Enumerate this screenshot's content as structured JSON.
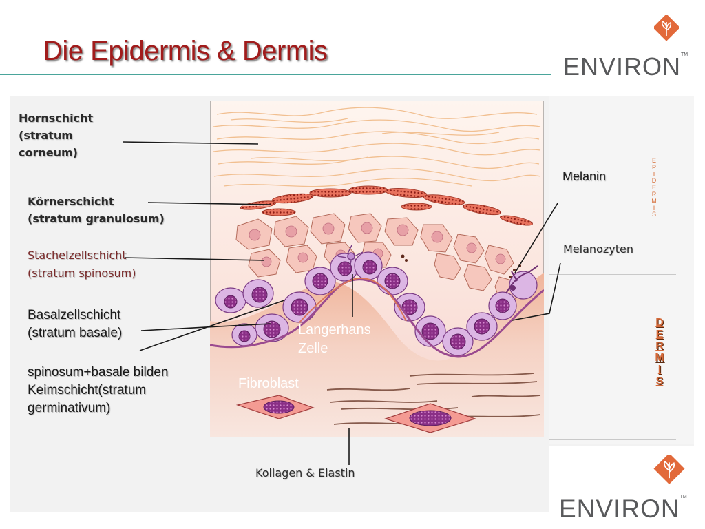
{
  "title": "Die Epidermis & Dermis",
  "brand": {
    "name": "ENVIRON",
    "tm": "TM"
  },
  "labels": {
    "hornschicht": [
      "Hornschicht",
      "(stratum",
      "corneum)"
    ],
    "koernerschicht": [
      "Körnerschicht",
      "(stratum granulosum)"
    ],
    "stachelzellschicht": [
      "Stachelzellschicht",
      "(stratum spinosum)"
    ],
    "basalzellschicht": [
      "Basalzellschicht",
      "(stratum basale)"
    ],
    "keimschicht": [
      "spinosum+basale bilden",
      "Keimschicht(stratum",
      "germinativum)"
    ],
    "melanin": "Melanin",
    "melanozyten": "Melanozyten",
    "langerhans": [
      "Langerhans",
      "Zelle"
    ],
    "fibroblast": "Fibroblast",
    "kollagen": "Kollagen & Elastin",
    "epidermis_vertical": [
      "E",
      "P",
      "I",
      "D",
      "E",
      "R",
      "M",
      "I",
      "S"
    ],
    "dermis_vertical": [
      "D",
      "E",
      "R",
      "M",
      "I",
      "S"
    ]
  },
  "colors": {
    "title": "#a11c1c",
    "accent_rule": "#4aa59b",
    "brand_orange": "#e2693a",
    "vertical_label": "#d56b35"
  },
  "icons": [
    "environ-leaf-icon"
  ]
}
